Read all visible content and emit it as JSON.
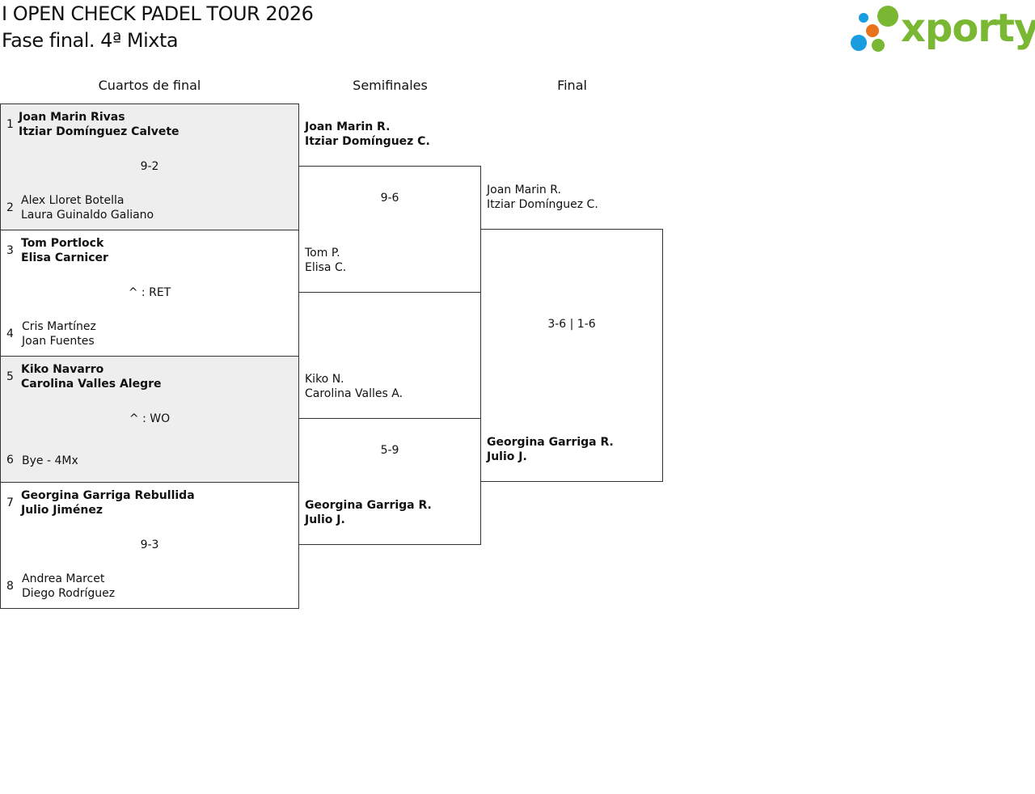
{
  "header": {
    "title": "I OPEN CHECK PADEL TOUR 2026",
    "subtitle": "Fase final. 4ª Mixta",
    "logo_text": "xporty"
  },
  "columns": {
    "quarterfinals": "Cuartos de final",
    "semifinals": "Semifinales",
    "final": "Final"
  },
  "quarterfinals": [
    {
      "top": {
        "seed": "1",
        "p1": "Joan Marin Rivas",
        "p2": "Itziar Domínguez Calvete"
      },
      "score": "9-2",
      "bottom": {
        "seed": "2",
        "p1": "Alex Lloret Botella",
        "p2": "Laura Guinaldo Galiano"
      }
    },
    {
      "top": {
        "seed": "3",
        "p1": "Tom Portlock",
        "p2": "Elisa Carnicer"
      },
      "score": "^ : RET",
      "bottom": {
        "seed": "4",
        "p1": "Cris Martínez",
        "p2": "Joan Fuentes"
      }
    },
    {
      "top": {
        "seed": "5",
        "p1": "Kiko Navarro",
        "p2": "Carolina Valles Alegre"
      },
      "score": "^ : WO",
      "bottom": {
        "seed": "6",
        "p1": "Bye - 4Mx",
        "p2": ""
      }
    },
    {
      "top": {
        "seed": "7",
        "p1": "Georgina Garriga Rebullida",
        "p2": "Julio Jiménez"
      },
      "score": "9-3",
      "bottom": {
        "seed": "8",
        "p1": "Andrea Marcet",
        "p2": "Diego Rodríguez"
      }
    }
  ],
  "semifinals": [
    {
      "top": {
        "p1": "Joan Marin R.",
        "p2": "Itziar Domínguez C."
      },
      "score": "9-6",
      "bottom": {
        "p1": "Tom P.",
        "p2": "Elisa C."
      }
    },
    {
      "top": {
        "p1": "Kiko N.",
        "p2": "Carolina Valles A."
      },
      "score": "5-9",
      "bottom": {
        "p1": "Georgina Garriga R.",
        "p2": "Julio J."
      }
    }
  ],
  "final": {
    "top": {
      "p1": "Joan Marin R.",
      "p2": "Itziar Domínguez C."
    },
    "score": "3-6 | 1-6",
    "bottom": {
      "p1": "Georgina Garriga R.",
      "p2": "Julio J."
    }
  },
  "colors": {
    "shade": "#eeeeee",
    "border": "#333333",
    "logo_green": "#7ab733",
    "logo_blue": "#1a9de0",
    "logo_orange": "#e8731c"
  }
}
